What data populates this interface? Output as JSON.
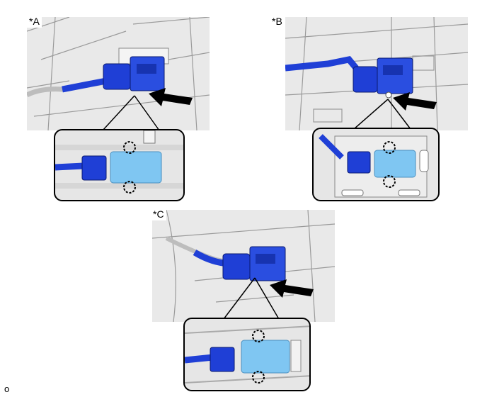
{
  "views": [
    {
      "label": "*A"
    },
    {
      "label": "*B"
    },
    {
      "label": "*C"
    }
  ],
  "footer_code": "o",
  "colors": {
    "connector_blue": "#1f3fd6",
    "sensor_light_blue": "#7fc6f2",
    "background_gray": "#e9e9e9",
    "outline": "#000000"
  }
}
